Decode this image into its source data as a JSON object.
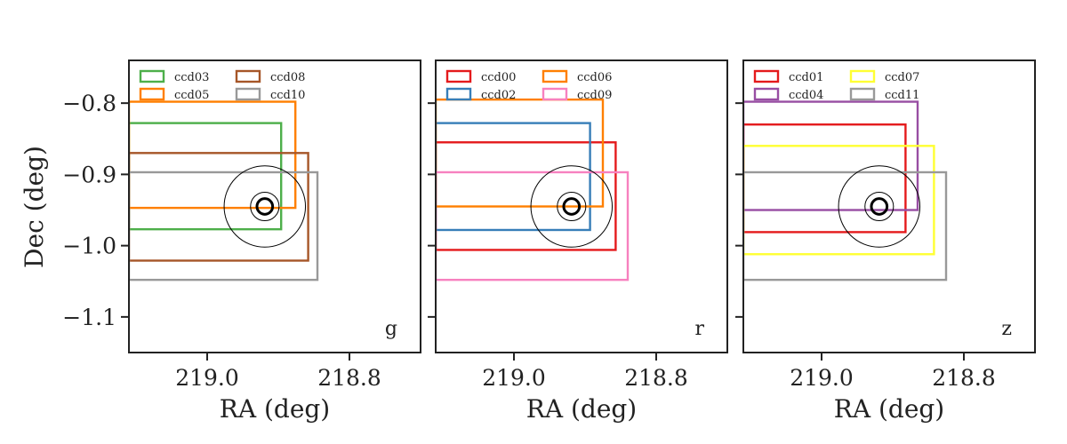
{
  "chart_data": {
    "type": "line",
    "ylabel": "Dec (deg)",
    "xlim": [
      219.11,
      218.7
    ],
    "ylim": [
      -1.15,
      -0.74
    ],
    "yticks": [
      "−0.8",
      "−0.9",
      "−1.0",
      "−1.1"
    ],
    "yticks_values": [
      -0.8,
      -0.9,
      -1.0,
      -1.1
    ],
    "xticks": [
      "219.0",
      "218.8"
    ],
    "xticks_values": [
      219.0,
      218.8
    ],
    "grid": false,
    "legend_placement": "upper-left",
    "target": {
      "ra": 218.919,
      "dec": -0.945,
      "circle_radii_deg": [
        0.057,
        0.02,
        0.011
      ]
    },
    "panels": [
      {
        "band": "g",
        "xlabel": "RA (deg)",
        "ccds": [
          {
            "name": "ccd03",
            "color": "#4daf4a",
            "ra": [
              219.11,
              218.896
            ],
            "dec": [
              -0.977,
              -0.828
            ]
          },
          {
            "name": "ccd05",
            "color": "#ff7f00",
            "ra": [
              219.11,
              218.876
            ],
            "dec": [
              -0.947,
              -0.798
            ]
          },
          {
            "name": "ccd08",
            "color": "#a65628",
            "ra": [
              219.11,
              218.858
            ],
            "dec": [
              -1.021,
              -0.87
            ]
          },
          {
            "name": "ccd10",
            "color": "#999999",
            "ra": [
              219.11,
              218.845
            ],
            "dec": [
              -1.048,
              -0.897
            ]
          }
        ]
      },
      {
        "band": "r",
        "xlabel": "RA (deg)",
        "ccds": [
          {
            "name": "ccd00",
            "color": "#e41a1c",
            "ra": [
              219.11,
              218.857
            ],
            "dec": [
              -1.006,
              -0.855
            ]
          },
          {
            "name": "ccd02",
            "color": "#377eb8",
            "ra": [
              219.11,
              218.893
            ],
            "dec": [
              -0.978,
              -0.828
            ]
          },
          {
            "name": "ccd06",
            "color": "#ff7f00",
            "ra": [
              219.11,
              218.875
            ],
            "dec": [
              -0.945,
              -0.795
            ]
          },
          {
            "name": "ccd09",
            "color": "#f781bf",
            "ra": [
              219.11,
              218.84
            ],
            "dec": [
              -1.048,
              -0.897
            ]
          }
        ]
      },
      {
        "band": "z",
        "xlabel": "RA (deg)",
        "ccds": [
          {
            "name": "ccd01",
            "color": "#e41a1c",
            "ra": [
              219.11,
              218.882
            ],
            "dec": [
              -0.981,
              -0.83
            ]
          },
          {
            "name": "ccd04",
            "color": "#984ea3",
            "ra": [
              219.11,
              218.865
            ],
            "dec": [
              -0.95,
              -0.798
            ]
          },
          {
            "name": "ccd07",
            "color": "#ffff33",
            "ra": [
              219.11,
              218.842
            ],
            "dec": [
              -1.012,
              -0.86
            ]
          },
          {
            "name": "ccd11",
            "color": "#999999",
            "ra": [
              219.11,
              218.825
            ],
            "dec": [
              -1.048,
              -0.897
            ]
          }
        ]
      }
    ]
  }
}
